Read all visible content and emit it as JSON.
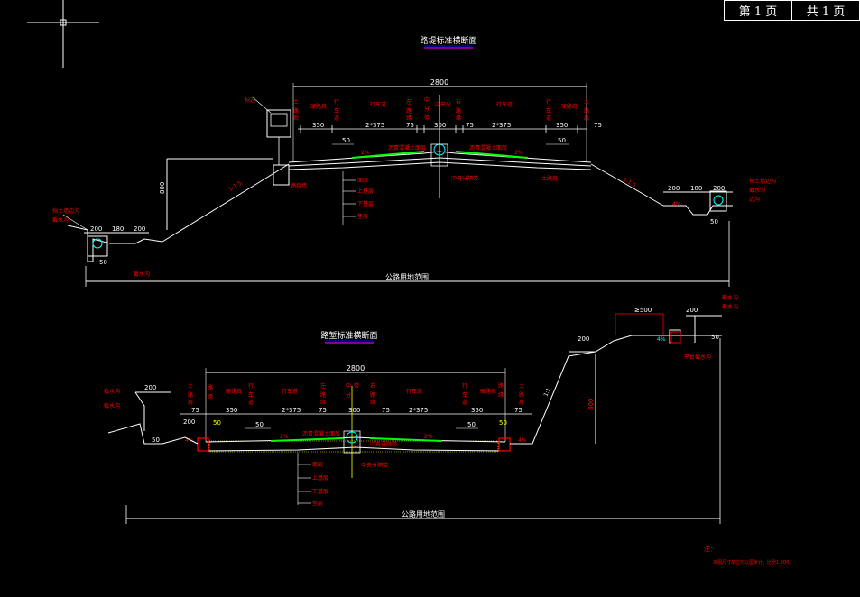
{
  "page_box": {
    "page": "第 1 页",
    "total": "共 1 页"
  },
  "top_section": {
    "title": "路堤标准横断面",
    "width_total": "2800",
    "dims": [
      "350",
      "2*375",
      "75",
      "300",
      "75",
      "2*375",
      "350",
      "75",
      "50",
      "50"
    ],
    "height_dim": "800",
    "slope": "1:1.5",
    "left_ditch_dims": [
      "200",
      "180",
      "200",
      "50"
    ],
    "right_ditch_dims": [
      "200",
      "180",
      "200",
      "50"
    ],
    "land_label": "公路用地范围",
    "left_label_1": "挡土墙边沟",
    "right_label_1": "挡土墙边沟",
    "percent_mid": "2%",
    "percent_ditch": "4%"
  },
  "bottom_section": {
    "title": "路堑标准横断面",
    "width_total": "2800",
    "dims": [
      "75",
      "350",
      "50",
      "2*375",
      "75",
      "300",
      "75",
      "2*375",
      "50",
      "350",
      "75",
      "50",
      "50"
    ],
    "left_dims": [
      "200",
      "200",
      "50"
    ],
    "right_dims": [
      "200",
      "200",
      "≥500",
      "50"
    ],
    "height_dim": "800",
    "slope": "1:1",
    "land_label": "公路用地范围",
    "percent_mid": "2%",
    "percent_side": "4%"
  },
  "note": {
    "title": "注：",
    "line": "本图尺寸单位均以厘米计，比例1:200。"
  },
  "colors": {
    "line": "#ffffff",
    "dim": "#ff0000",
    "green": "#00ff00",
    "cyan": "#00ffff",
    "yellow": "#ffff00",
    "magenta": "#ff00ff",
    "blue": "#0000ff"
  }
}
